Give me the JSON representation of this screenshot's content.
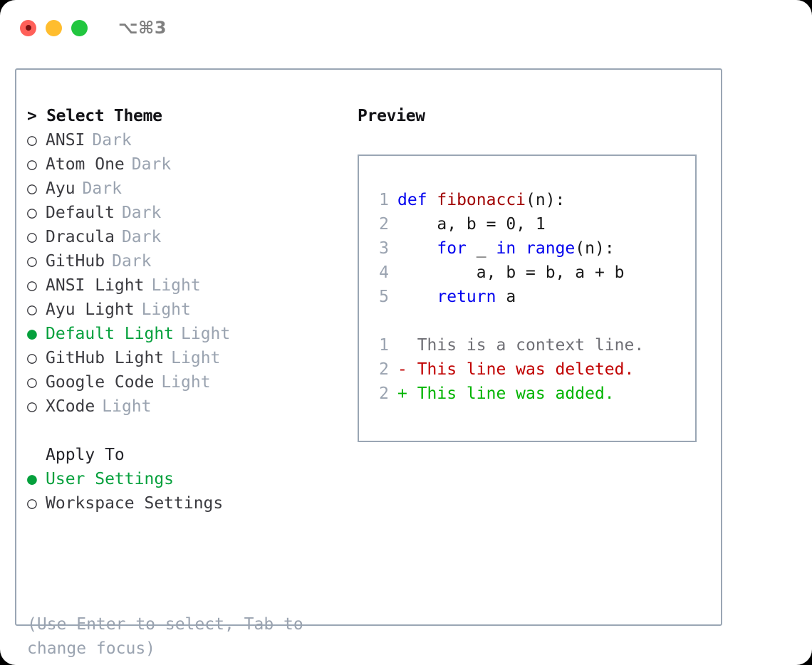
{
  "titlebar": {
    "shortcut": "⌥⌘3",
    "buttons": [
      {
        "name": "close",
        "color": "#ff6059"
      },
      {
        "name": "minimize",
        "color": "#ffbd2e"
      },
      {
        "name": "maximize",
        "color": "#22c63f"
      }
    ]
  },
  "colors": {
    "accent_green": "#05a03c",
    "muted": "#9aa3b0",
    "text": "#3b3b40",
    "border": "#9aa6b4",
    "keyword": "#0000ee",
    "function": "#a00000",
    "diff_add": "#00b400",
    "diff_del": "#c00000"
  },
  "theme_list": {
    "header": "> Select Theme",
    "items": [
      {
        "marker": "○",
        "label": "ANSI",
        "tag": "Dark",
        "selected": false
      },
      {
        "marker": "○",
        "label": "Atom One",
        "tag": "Dark",
        "selected": false
      },
      {
        "marker": "○",
        "label": "Ayu",
        "tag": "Dark",
        "selected": false
      },
      {
        "marker": "○",
        "label": "Default",
        "tag": "Dark",
        "selected": false
      },
      {
        "marker": "○",
        "label": "Dracula",
        "tag": "Dark",
        "selected": false
      },
      {
        "marker": "○",
        "label": "GitHub",
        "tag": "Dark",
        "selected": false
      },
      {
        "marker": "○",
        "label": "ANSI Light",
        "tag": "Light",
        "selected": false
      },
      {
        "marker": "○",
        "label": "Ayu Light",
        "tag": "Light",
        "selected": false
      },
      {
        "marker": "●",
        "label": "Default Light",
        "tag": "Light",
        "selected": true
      },
      {
        "marker": "○",
        "label": "GitHub Light",
        "tag": "Light",
        "selected": false
      },
      {
        "marker": "○",
        "label": "Google Code",
        "tag": "Light",
        "selected": false
      },
      {
        "marker": "○",
        "label": "XCode",
        "tag": "Light",
        "selected": false
      }
    ]
  },
  "apply_to": {
    "label": "Apply To",
    "options": [
      {
        "marker": "●",
        "label": "User Settings",
        "selected": true
      },
      {
        "marker": "○",
        "label": "Workspace Settings",
        "selected": false
      }
    ]
  },
  "hint": "(Use Enter to select, Tab to change focus)",
  "preview": {
    "title": "Preview",
    "code_lines": [
      {
        "num": "1",
        "tokens": [
          {
            "t": "def ",
            "c": "kw"
          },
          {
            "t": "fibonacci",
            "c": "fn"
          },
          {
            "t": "(n):",
            "c": "pl"
          }
        ]
      },
      {
        "num": "2",
        "tokens": [
          {
            "t": "    a, b = 0, 1",
            "c": "pl"
          }
        ]
      },
      {
        "num": "3",
        "tokens": [
          {
            "t": "    ",
            "c": "pl"
          },
          {
            "t": "for",
            "c": "kw"
          },
          {
            "t": " _ ",
            "c": "pl"
          },
          {
            "t": "in",
            "c": "kw"
          },
          {
            "t": " ",
            "c": "pl"
          },
          {
            "t": "range",
            "c": "kw"
          },
          {
            "t": "(n):",
            "c": "pl"
          }
        ]
      },
      {
        "num": "4",
        "tokens": [
          {
            "t": "        a, b = b, a + b",
            "c": "pl"
          }
        ]
      },
      {
        "num": "5",
        "tokens": [
          {
            "t": "    ",
            "c": "pl"
          },
          {
            "t": "return",
            "c": "kw"
          },
          {
            "t": " a",
            "c": "pl"
          }
        ]
      }
    ],
    "diff_lines": [
      {
        "num": "1",
        "text": "  This is a context line.",
        "kind": "ctx"
      },
      {
        "num": "2",
        "text": "- This line was deleted.",
        "kind": "del"
      },
      {
        "num": "2",
        "text": "+ This line was added.",
        "kind": "add"
      }
    ]
  }
}
